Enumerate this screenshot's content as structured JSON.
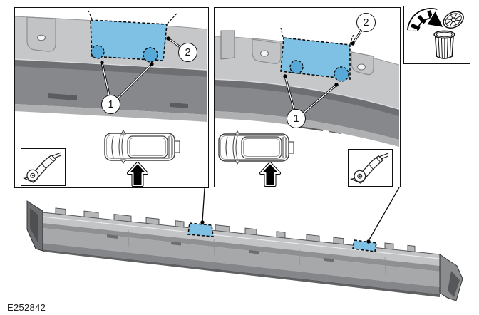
{
  "figure": {
    "id": "E252842"
  },
  "callouts": {
    "one": "1",
    "two": "2"
  },
  "colors": {
    "highlight": "#7EC1E4",
    "highlight_dark": "#57AAD8"
  },
  "icons": {
    "discard": "discard-into-trash",
    "cutter": "electric-cutter",
    "vehicle": "vehicle-top-view",
    "arrow": "fitting-direction-arrow"
  }
}
